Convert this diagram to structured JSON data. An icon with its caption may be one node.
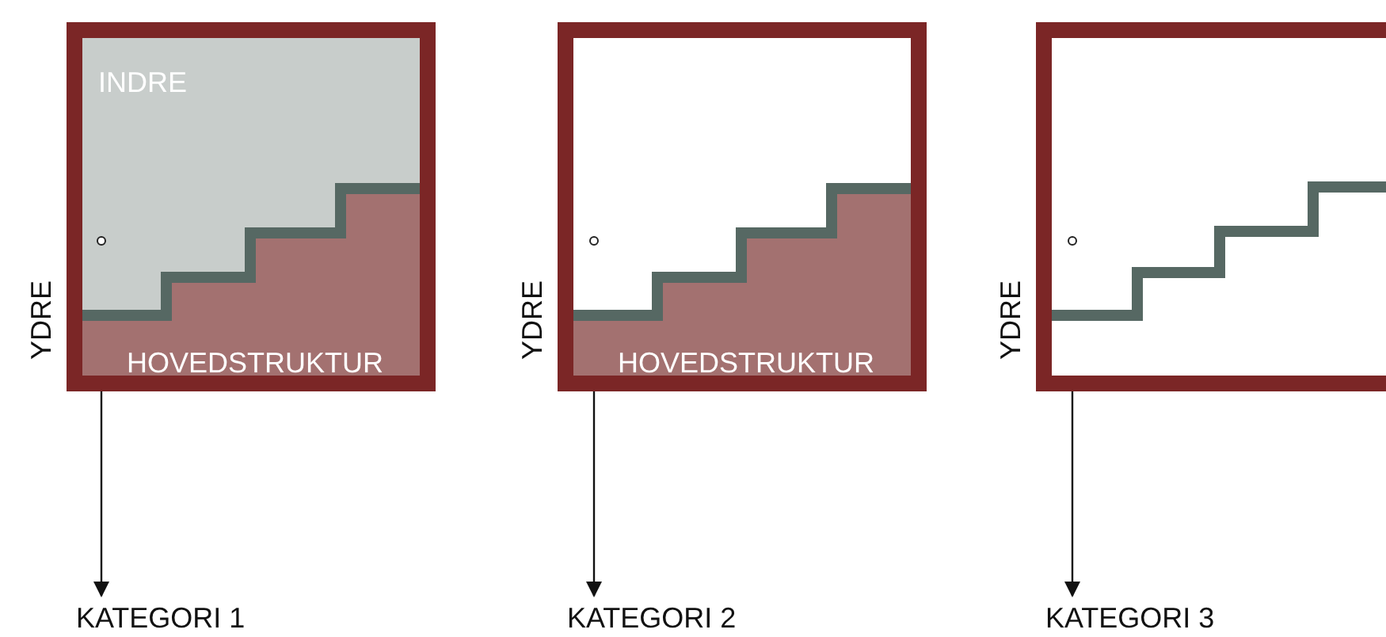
{
  "diagram": {
    "nodes": [
      {
        "text": [
          "INDRE",
          "HOVEDSTRUKTUR"
        ],
        "beside": [
          "YDRE"
        ]
      },
      {
        "text": [],
        "shape": "circle",
        "in": 0
      },
      {
        "text": [
          "KATEGORI 1"
        ]
      },
      {
        "text": [
          "HOVEDSTRUKTUR"
        ],
        "beside": [
          "YDRE"
        ]
      },
      {
        "text": [],
        "shape": "circle",
        "in": 3
      },
      {
        "text": [
          "KATEGORI 2"
        ]
      },
      {
        "text": [],
        "shape": "box",
        "beside": [
          "YDRE"
        ]
      },
      {
        "text": [],
        "shape": "circle",
        "in": 6
      },
      {
        "text": [
          "KATEGORI 3"
        ]
      }
    ],
    "edges": [
      {
        "from": 1,
        "to": 2,
        "arrow": "to"
      },
      {
        "from": 4,
        "to": 5,
        "arrow": "to"
      },
      {
        "from": 7,
        "to": 8,
        "arrow": "to"
      }
    ]
  }
}
